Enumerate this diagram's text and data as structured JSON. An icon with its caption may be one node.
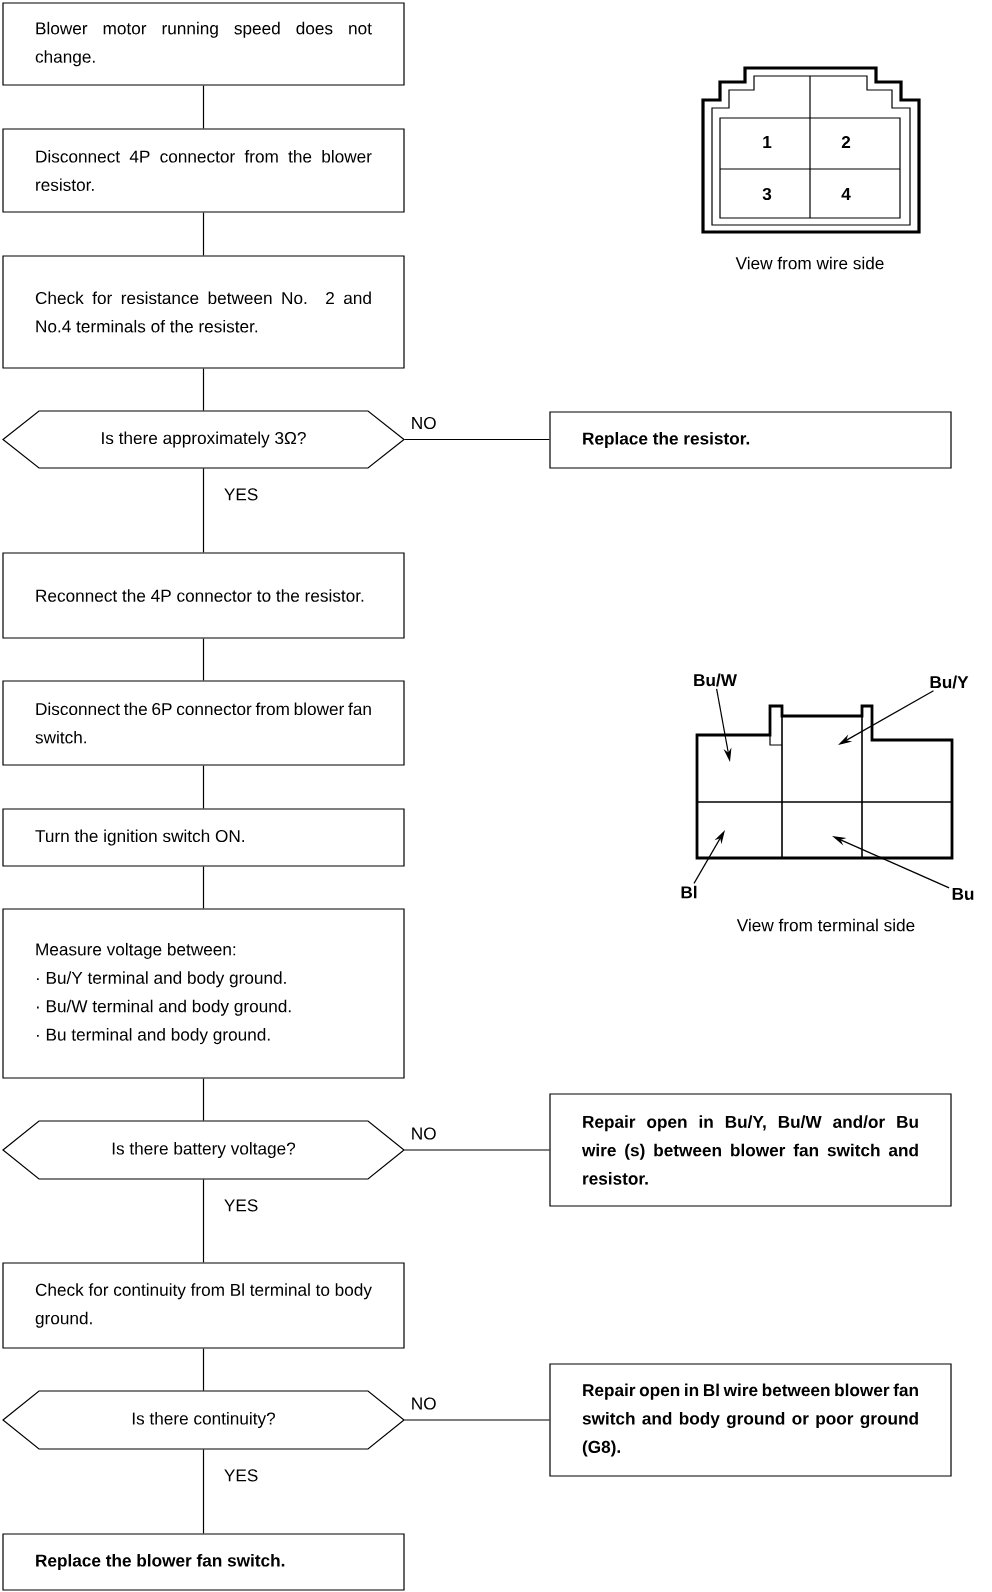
{
  "diagram": {
    "nodes": [
      {
        "text": [
          "Blower motor running speed does not change."
        ]
      },
      {
        "text": [
          "Disconnect 4P connector from the blower resistor."
        ]
      },
      {
        "text": [
          "Check for resistance between No. 2 and No.4 terminals of the resister."
        ]
      },
      {
        "text": [
          "Is there approximately 3Ω?"
        ]
      },
      {
        "text": [
          "Replace the resistor."
        ]
      },
      {
        "text": [
          "Reconnect the 4P connector to the resistor."
        ]
      },
      {
        "text": [
          "Disconnect the 6P connector from blower fan switch."
        ]
      },
      {
        "text": [
          "Turn the ignition switch ON."
        ]
      },
      {
        "text": [
          "Measure voltage between:",
          "· Bu/Y terminal and body ground.",
          "· Bu/W terminal and body ground.",
          "· Bu terminal and body ground."
        ]
      },
      {
        "text": [
          "Is there battery voltage?"
        ]
      },
      {
        "text": [
          "Repair open in Bu/Y, Bu/W and/or Bu wire (s) between blower fan switch and resistor."
        ]
      },
      {
        "text": [
          "Check for continuity from Bl terminal to body ground."
        ]
      },
      {
        "text": [
          "Is there continuity?"
        ]
      },
      {
        "text": [
          "Repair open in Bl wire between blower fan switch and body ground or poor ground (G8)."
        ]
      },
      {
        "text": [
          "Replace the blower fan switch."
        ]
      },
      {
        "text": [
          "Bu/W"
        ]
      },
      {
        "text": [
          "Bu/Y"
        ]
      },
      {
        "text": [
          "Bl"
        ]
      },
      {
        "text": [
          "Bu"
        ]
      }
    ],
    "edges": [
      {
        "from": 0,
        "to": 1,
        "arrow": "none"
      },
      {
        "from": 1,
        "to": 2,
        "arrow": "none"
      },
      {
        "from": 2,
        "to": 3,
        "arrow": "none"
      },
      {
        "from": 3,
        "to": 4,
        "arrow": "none",
        "label": "NO"
      },
      {
        "from": 3,
        "to": 5,
        "arrow": "none",
        "label": "YES"
      },
      {
        "from": 5,
        "to": 6,
        "arrow": "none"
      },
      {
        "from": 6,
        "to": 7,
        "arrow": "none"
      },
      {
        "from": 7,
        "to": 8,
        "arrow": "none"
      },
      {
        "from": 8,
        "to": 9,
        "arrow": "none"
      },
      {
        "from": 9,
        "to": 10,
        "arrow": "none",
        "label": "NO"
      },
      {
        "from": 9,
        "to": 11,
        "arrow": "none",
        "label": "YES"
      },
      {
        "from": 11,
        "to": 12,
        "arrow": "none"
      },
      {
        "from": 12,
        "to": 13,
        "arrow": "none",
        "label": "NO"
      },
      {
        "from": 12,
        "to": 14,
        "arrow": "none",
        "label": "YES"
      },
      {
        "from": 15,
        "to": null,
        "arrow": "to"
      },
      {
        "from": 16,
        "to": null,
        "arrow": "to"
      },
      {
        "from": 17,
        "to": null,
        "arrow": "to"
      },
      {
        "from": 18,
        "to": null,
        "arrow": "to"
      }
    ],
    "labels": [
      "1",
      "2",
      "3",
      "4",
      "View from wire side",
      "View from terminal side"
    ]
  }
}
